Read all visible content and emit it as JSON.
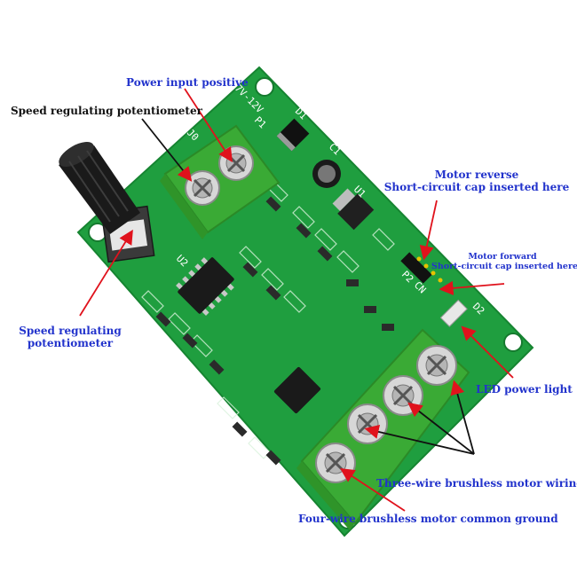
{
  "annotations": {
    "power_input_positive": "Power input positive",
    "speed_pot_top": "Speed regulating potentiometer",
    "motor_reverse_line1": "Motor reverse",
    "motor_reverse_line2": "Short-circuit cap inserted here",
    "motor_forward_line1": "Motor forward",
    "motor_forward_line2": "Short-circuit cap inserted here",
    "speed_pot_left_line1": "Speed regulating",
    "speed_pot_left_line2": "potentiometer",
    "led_power_light": "LED power light",
    "three_wire": "Three-wire brushless motor wiring",
    "four_wire": "Four-wire brushless motor common ground"
  },
  "silkscreen": {
    "voltage": "7V-12V",
    "p1": "P1",
    "zero": "J0",
    "d1": "D1",
    "c1": "C1",
    "u1": "U1",
    "u2": "U2",
    "p2": "P2",
    "cn": "CN",
    "d2": "D2"
  },
  "colors": {
    "board": "#1f9e3f",
    "terminal": "#3aaa35",
    "arrow": "#e0121c",
    "label_blue": "#2233cc"
  }
}
